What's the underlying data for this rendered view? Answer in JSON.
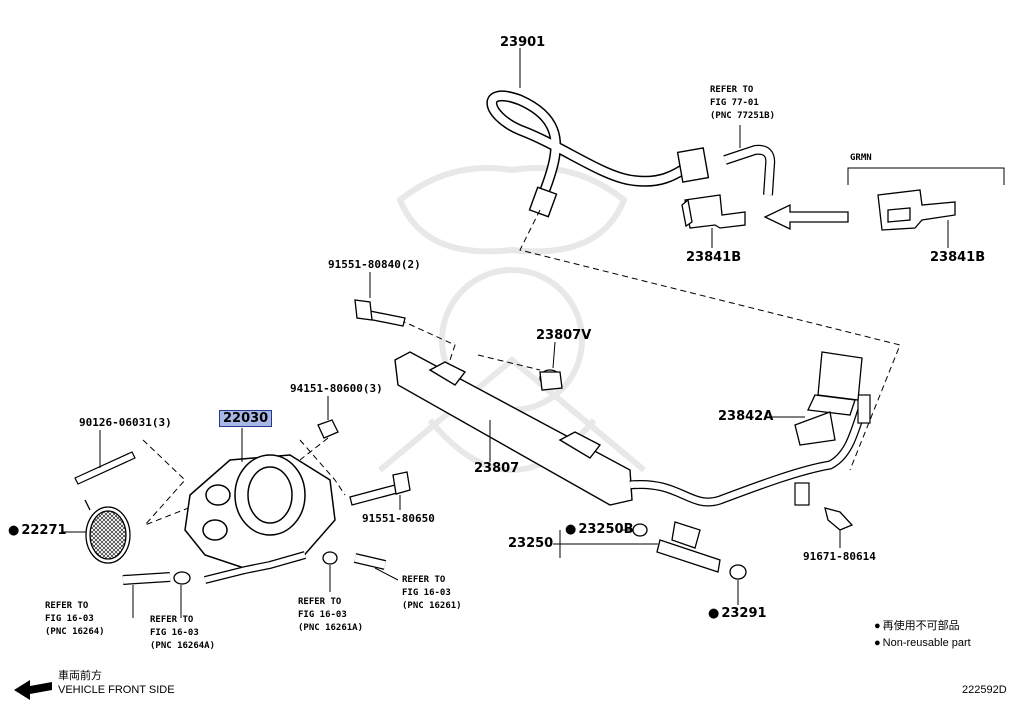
{
  "labels": {
    "p23901": "23901",
    "refer77_l1": "REFER TO",
    "refer77_l2": "FIG 77-01",
    "refer77_l3": "(PNC 77251B)",
    "grmn": "GRMN",
    "p23841b_a": "23841B",
    "p23841b_b": "23841B",
    "p91551_80840": "91551-80840(2)",
    "p23807v": "23807V",
    "p94151": "94151-80600(3)",
    "p22030": "22030",
    "p90126": "90126-06031(3)",
    "p23842a": "23842A",
    "p23807": "23807",
    "p22271": "22271",
    "p91551_80650": "91551-80650",
    "p23250b": "23250B",
    "p23250": "23250",
    "p91671": "91671-80614",
    "ref16264_l1": "REFER TO",
    "ref16264_l2": "FIG 16-03",
    "ref16264_l3": "(PNC 16264)",
    "ref16264a_l1": "REFER TO",
    "ref16264a_l2": "FIG 16-03",
    "ref16264a_l3": "(PNC 16264A)",
    "ref16261a_l1": "REFER TO",
    "ref16261a_l2": "FIG 16-03",
    "ref16261a_l3": "(PNC 16261A)",
    "ref16261_l1": "REFER TO",
    "ref16261_l2": "FIG 16-03",
    "ref16261_l3": "(PNC 16261)",
    "p23291": "23291"
  },
  "legend": {
    "reuse_jp": "再使用不可部品",
    "reuse_en": "Non-reusable part"
  },
  "footer": {
    "front_jp": "車両前方",
    "front_en": "VEHICLE FRONT SIDE",
    "diagram_id": "222592D"
  },
  "colors": {
    "highlight": "#a9b7e6",
    "line": "#000000",
    "watermark": "#e6e6e6"
  }
}
